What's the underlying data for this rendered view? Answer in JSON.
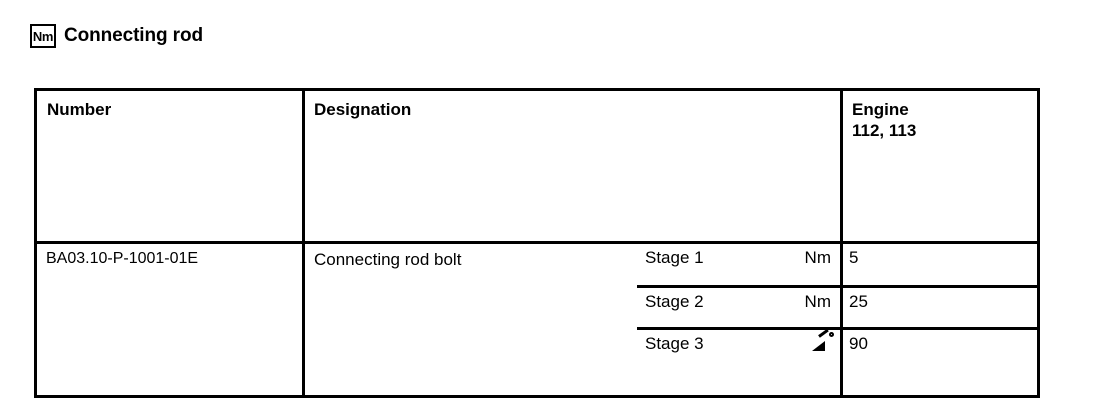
{
  "title": {
    "badge": "Nm",
    "badge_icon": "torque-nm-badge-icon",
    "text": "Connecting rod"
  },
  "table": {
    "headers": {
      "number": "Number",
      "designation": "Designation",
      "engine_line1": "Engine",
      "engine_line2": "112, 113"
    },
    "row": {
      "number": "BA03.10-P-1001-01E",
      "designation": "Connecting rod bolt",
      "stages": [
        {
          "label": "Stage 1",
          "unit": "Nm",
          "unit_icon": "",
          "value": "5"
        },
        {
          "label": "Stage 2",
          "unit": "Nm",
          "unit_icon": "",
          "value": "25"
        },
        {
          "label": "Stage 3",
          "unit": "",
          "unit_icon": "torque-angle-icon",
          "value": "90"
        }
      ]
    }
  },
  "colors": {
    "background": "#ffffff",
    "foreground": "#000000",
    "border": "#000000"
  }
}
